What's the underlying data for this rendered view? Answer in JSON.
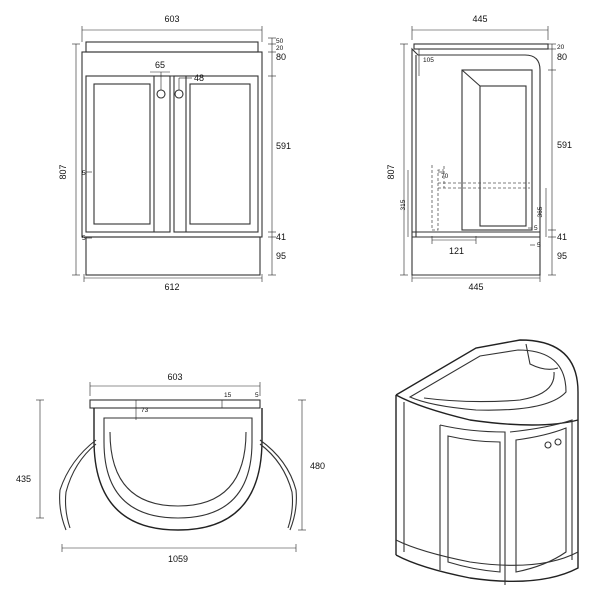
{
  "front_view": {
    "width_top": "603",
    "width_bottom": "612",
    "height_total": "807",
    "handle_offset": "65",
    "handle_spacing": "48",
    "top_1": "50",
    "top_2": "20",
    "top_3": "80",
    "door_height": "591",
    "plinth_1": "41",
    "plinth_2": "95",
    "gap_side": "5",
    "gap_bottom": "5"
  },
  "side_view": {
    "depth_top": "445",
    "depth_bottom": "445",
    "height_total": "807",
    "top_1": "20",
    "top_2": "80",
    "inset_top": "105",
    "door_height": "591",
    "waste_height": "315",
    "waste_70": "70",
    "shelf_height": "365",
    "plinth_1": "41",
    "plinth_2": "95",
    "waste_121": "121",
    "gap_1": "5",
    "gap_2": "5"
  },
  "plan_view": {
    "width": "603",
    "overall_width": "1059",
    "dim_73": "73",
    "dim_15": "15",
    "dim_5": "5",
    "depth_left": "435",
    "depth_right": "480"
  }
}
